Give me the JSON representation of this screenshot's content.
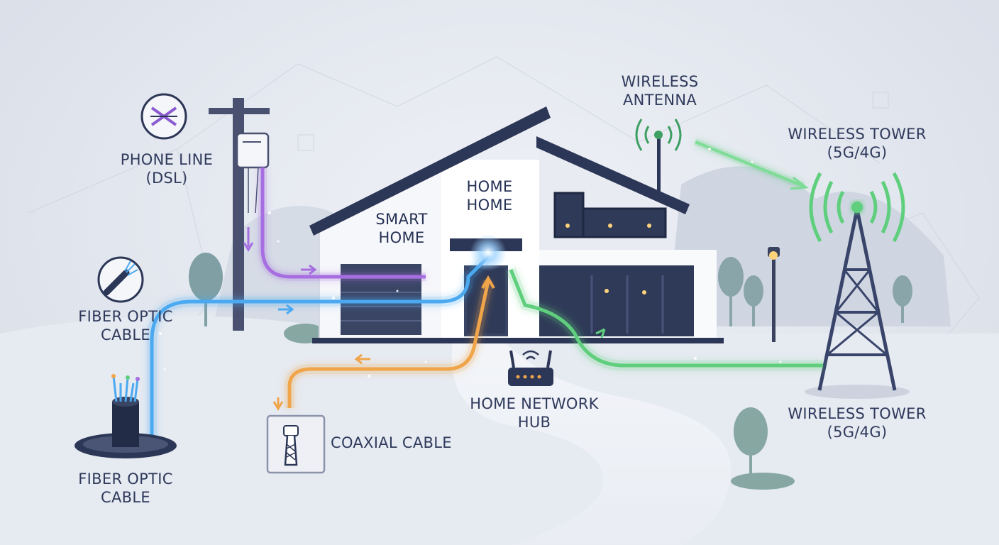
{
  "labels": {
    "phone_line": {
      "line1": "PHONE LINE",
      "line2": "(DSL)"
    },
    "fiber_optic_top": {
      "line1": "FIBER OPTIC",
      "line2": "CABLE"
    },
    "fiber_optic_bottom": {
      "line1": "FIBER OPTIC",
      "line2": "CABLE"
    },
    "smart_home": {
      "line1": "SMART",
      "line2": "HOME"
    },
    "home_home": {
      "line1": "HOME",
      "line2": "HOME"
    },
    "wireless_antenna": {
      "line1": "WIRELESS",
      "line2": "ANTENNA"
    },
    "wireless_tower_top": {
      "line1": "WIRELESS TOWER",
      "line2": "(5G/4G)"
    },
    "wireless_tower_bottom": {
      "line1": "WIRELESS TOWER",
      "line2": "(5G/4G)"
    },
    "home_network_hub": {
      "line1": "HOME NETWORK",
      "line2": "HUB"
    },
    "coaxial_cable": {
      "line1": "COAXIAL CABLE"
    }
  },
  "colors": {
    "dsl": "#a66ee0",
    "fiber": "#4aa9f0",
    "coaxial": "#f0a54a",
    "wireless": "#5fcf7e",
    "structure": "#2c3656",
    "house_wall": "#f6f7fa",
    "roof": "#2c3656"
  }
}
